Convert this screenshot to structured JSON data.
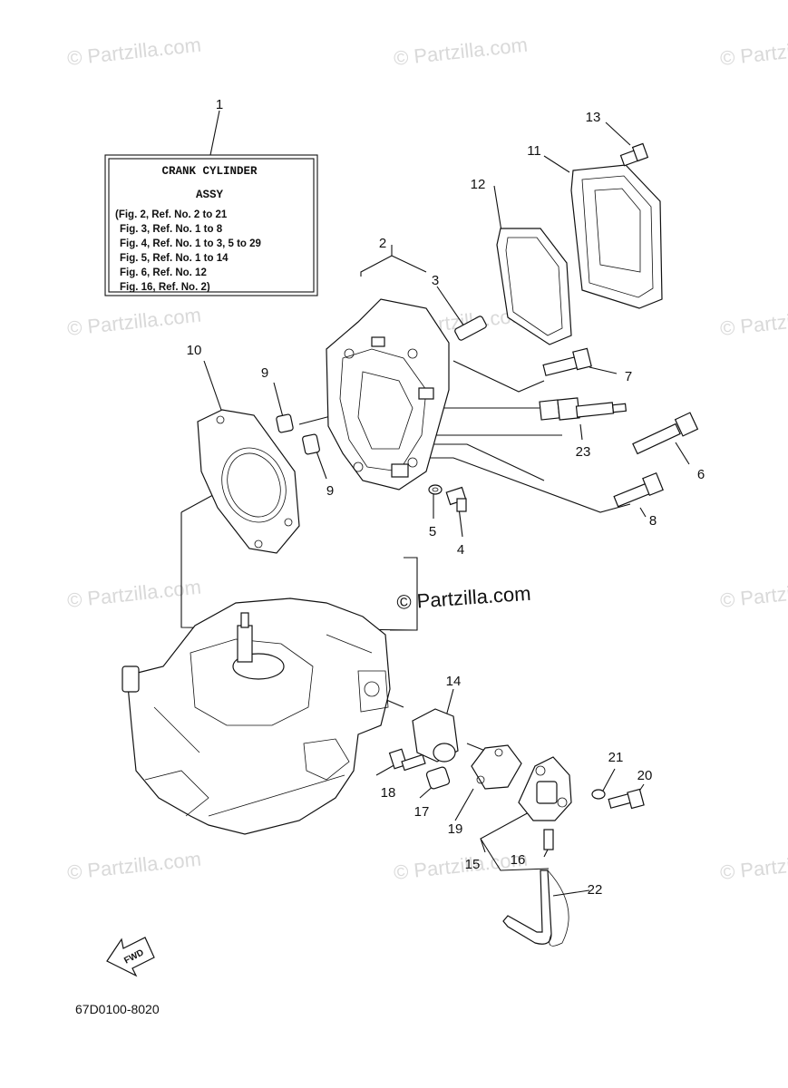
{
  "watermark": {
    "text": "© Partzilla.com",
    "faint_text": "© Partzilla.com",
    "faint_color": "#d9d9d9"
  },
  "info_box": {
    "title_line1": "CRANK CYLINDER",
    "title_line2": "ASSY",
    "lines": [
      "(Fig. 2, Ref. No. 2 to 21",
      "Fig. 3, Ref. No. 1 to 8",
      "Fig. 4, Ref. No. 1 to 3, 5 to 29",
      "Fig. 5, Ref. No. 1 to 14",
      "Fig. 6, Ref. No. 12",
      "Fig. 16, Ref. No. 2)"
    ]
  },
  "callouts": {
    "c1": "1",
    "c2": "2",
    "c3": "3",
    "c4": "4",
    "c5": "5",
    "c6": "6",
    "c7": "7",
    "c8": "8",
    "c9a": "9",
    "c9b": "9",
    "c10": "10",
    "c11": "11",
    "c12": "12",
    "c13": "13",
    "c14": "14",
    "c15": "15",
    "c16": "16",
    "c17": "17",
    "c18": "18",
    "c19": "19",
    "c20": "20",
    "c21": "21",
    "c22": "22",
    "c23": "23"
  },
  "fwd_label": "FWD",
  "diagram_code": "67D0100-8020"
}
